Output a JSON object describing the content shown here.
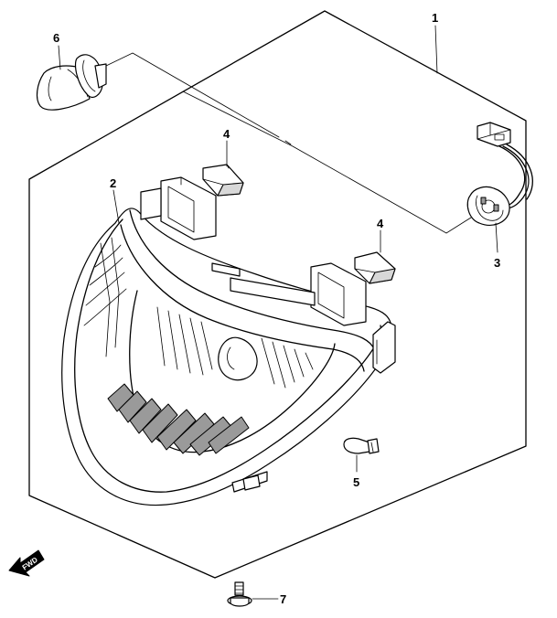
{
  "callouts": [
    {
      "number": "1",
      "part": "headlamp-assembly"
    },
    {
      "number": "2",
      "part": "headlamp-lens-housing"
    },
    {
      "number": "3",
      "part": "bulb-socket"
    },
    {
      "number": "4",
      "part": "cushion"
    },
    {
      "number": "4",
      "part": "cushion"
    },
    {
      "number": "5",
      "part": "position-bulb"
    },
    {
      "number": "6",
      "part": "headlamp-bulb"
    },
    {
      "number": "7",
      "part": "screw"
    }
  ],
  "direction_arrow": {
    "label": "FWD"
  }
}
